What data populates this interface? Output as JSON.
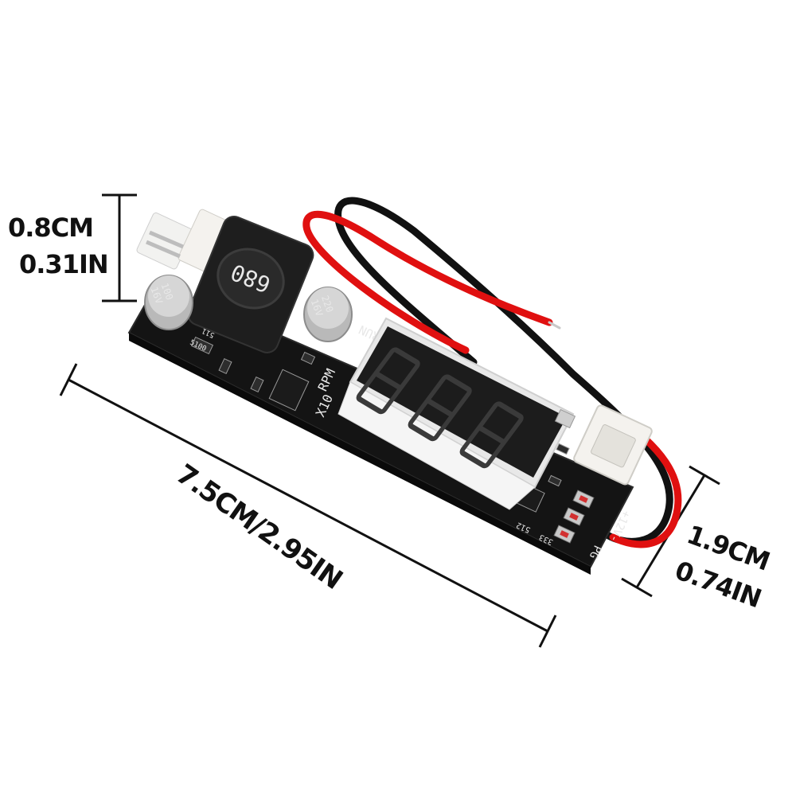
{
  "dimensions": {
    "height_cm": "0.8CM",
    "height_in": "0.31IN",
    "length": "7.5CM/2.95IN",
    "width_cm": "1.9CM",
    "width_in": "0.74IN"
  },
  "board_markings": {
    "inductor": "680",
    "cap_left": "100",
    "cap_left_v": "16V",
    "cap_right": "220",
    "cap_right_v": "16V",
    "run": "RUN",
    "rpm": "RPM",
    "x10": "X10",
    "display": "888",
    "plus12v": "+12V-",
    "pg": "PG",
    "r511": "511",
    "r512": "512",
    "r333": "333",
    "r5100": "5100"
  },
  "colors": {
    "pcb": "#141414",
    "wire_red": "#e01010",
    "wire_black": "#111111",
    "connector": "#f4f2ee",
    "display_face": "#1c1c1c",
    "segment": "#3a3a3a"
  }
}
